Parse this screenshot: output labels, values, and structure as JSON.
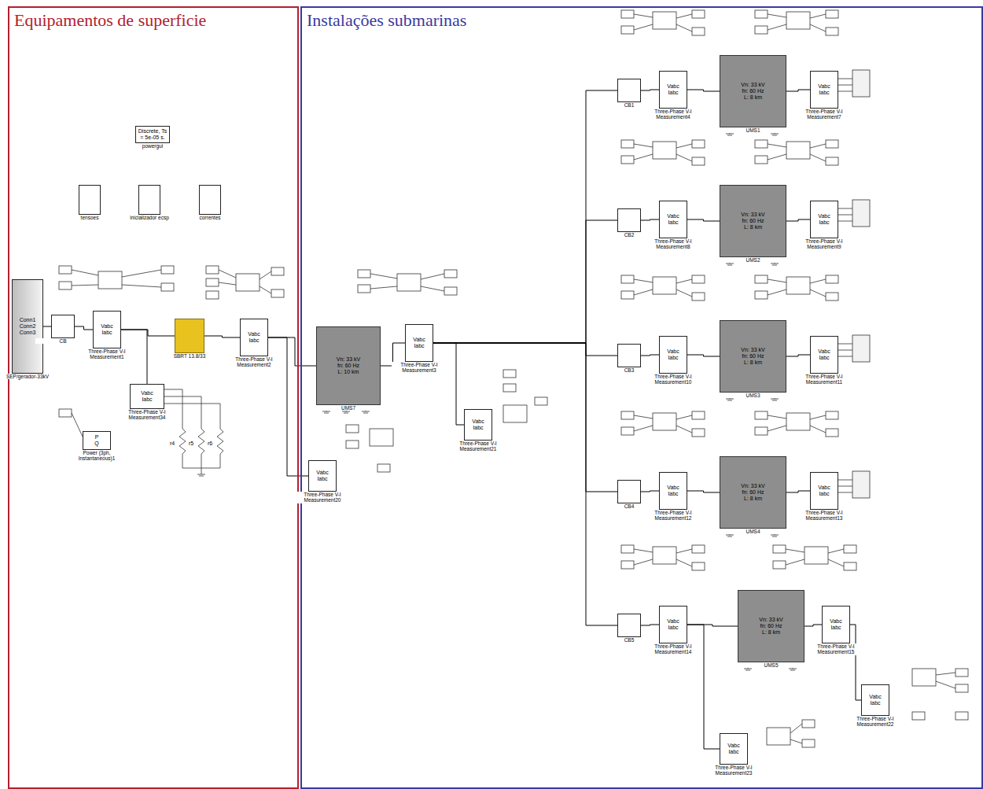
{
  "diagram": {
    "nodes": [
      {
        "text": [
          "Equipamentos de superficie"
        ]
      },
      {
        "text": [
          "Instalações submarinas"
        ]
      },
      {
        "text": [
          "Discrete, Ts = 5e-05 s.",
          "powergui"
        ],
        "in": 0
      },
      {
        "text": [
          "tensoes"
        ],
        "in": 0
      },
      {
        "text": [
          "inicializador ecsp"
        ],
        "in": 0
      },
      {
        "text": [
          "correntes"
        ],
        "in": 0
      },
      {
        "text": [
          "Conn1",
          "Conn2",
          "Conn3",
          "SEP/gerador-33kV"
        ],
        "in": 0
      },
      {
        "text": [
          "CB"
        ],
        "in": 0
      },
      {
        "text": [
          "Vabc",
          "Iabc",
          "Three-Phase V-I Measurement1"
        ],
        "in": 0
      },
      {
        "text": [
          "SBRT 13.8/33"
        ],
        "in": 0
      },
      {
        "text": [
          "Vabc",
          "Iabc",
          "Three-Phase V-I Measurement2"
        ],
        "in": 0
      },
      {
        "text": [
          "Vabc",
          "Iabc",
          "Three-Phase V-I Measurement34"
        ],
        "in": 0
      },
      {
        "text": [
          "P",
          "Q",
          "Power (3ph, Instantaneous)1"
        ],
        "in": 0
      },
      {
        "text": [
          "Vn: 33 kV",
          "fn: 60 Hz",
          "L: 10 km",
          "UMS7"
        ],
        "in": 1
      },
      {
        "text": [
          "Vabc",
          "Iabc",
          "Three-Phase V-I Measurement3"
        ],
        "in": 1
      },
      {
        "text": [
          "Vabc",
          "Iabc",
          "Three-Phase V-I Measurement20"
        ],
        "in": 1
      },
      {
        "text": [
          "Vabc",
          "Iabc",
          "Three-Phase V-I Measurement21"
        ],
        "in": 1
      },
      {
        "text": [
          "CB1"
        ],
        "in": 1
      },
      {
        "text": [
          "Vabc",
          "Iabc",
          "Three-Phase V-I Measurement4"
        ],
        "in": 1
      },
      {
        "text": [
          "Vn: 33 kV",
          "fn: 60 Hz",
          "L: 8 km",
          "UMS1"
        ],
        "in": 1
      },
      {
        "text": [
          "Vabc",
          "Iabc",
          "Three-Phase V-I Measurement7"
        ],
        "in": 1
      },
      {
        "text": [
          "CB2"
        ],
        "in": 1
      },
      {
        "text": [
          "Vabc",
          "Iabc",
          "Three-Phase V-I Measurement8"
        ],
        "in": 1
      },
      {
        "text": [
          "Vn: 33 kV",
          "fn: 60 Hz",
          "L: 8 km",
          "UMS2"
        ],
        "in": 1
      },
      {
        "text": [
          "Vabc",
          "Iabc",
          "Three-Phase V-I Measurement9"
        ],
        "in": 1
      },
      {
        "text": [
          "CB3"
        ],
        "in": 1
      },
      {
        "text": [
          "Vabc",
          "Iabc",
          "Three-Phase V-I Measurement10"
        ],
        "in": 1
      },
      {
        "text": [
          "Vn: 33 kV",
          "fn: 60 Hz",
          "L: 8 km",
          "UMS3"
        ],
        "in": 1
      },
      {
        "text": [
          "Vabc",
          "Iabc",
          "Three-Phase V-I Measurement11"
        ],
        "in": 1
      },
      {
        "text": [
          "CB4"
        ],
        "in": 1
      },
      {
        "text": [
          "Vabc",
          "Iabc",
          "Three-Phase V-I Measurement12"
        ],
        "in": 1
      },
      {
        "text": [
          "Vn: 33 kV",
          "fn: 60 Hz",
          "L: 8 km",
          "UMS4"
        ],
        "in": 1
      },
      {
        "text": [
          "Vabc",
          "Iabc",
          "Three-Phase V-I Measurement13"
        ],
        "in": 1
      },
      {
        "text": [
          "CB5"
        ],
        "in": 1
      },
      {
        "text": [
          "Vabc",
          "Iabc",
          "Three-Phase V-I Measurement14"
        ],
        "in": 1
      },
      {
        "text": [
          "Vn: 33 kV",
          "fn: 60 Hz",
          "L: 8 km",
          "UMS5"
        ],
        "in": 1
      },
      {
        "text": [
          "Vabc",
          "Iabc",
          "Three-Phase V-I Measurement15"
        ],
        "in": 1
      },
      {
        "text": [
          "Vabc",
          "Iabc",
          "Three-Phase V-I Measurement22"
        ],
        "in": 1
      },
      {
        "text": [
          "Vabc",
          "Iabc",
          "Three-Phase V-I Measurement23"
        ],
        "in": 1
      }
    ],
    "edges": [
      {
        "from": 6,
        "to": 7,
        "arrow": "none"
      },
      {
        "from": 7,
        "to": 8,
        "arrow": "none"
      },
      {
        "from": 8,
        "to": 9,
        "arrow": "none"
      },
      {
        "from": 9,
        "to": 10,
        "arrow": "none"
      },
      {
        "from": 8,
        "to": 11,
        "arrow": "none"
      },
      {
        "from": 10,
        "to": 13,
        "arrow": "none"
      },
      {
        "from": 10,
        "to": 15,
        "arrow": "none"
      },
      {
        "from": 13,
        "to": 14,
        "arrow": "none"
      },
      {
        "from": 14,
        "to": 16,
        "arrow": "none"
      },
      {
        "from": 14,
        "to": 17,
        "arrow": "none"
      },
      {
        "from": 17,
        "to": 18,
        "arrow": "none"
      },
      {
        "from": 18,
        "to": 19,
        "arrow": "none"
      },
      {
        "from": 19,
        "to": 20,
        "arrow": "none"
      },
      {
        "from": 14,
        "to": 21,
        "arrow": "none"
      },
      {
        "from": 21,
        "to": 22,
        "arrow": "none"
      },
      {
        "from": 22,
        "to": 23,
        "arrow": "none"
      },
      {
        "from": 23,
        "to": 24,
        "arrow": "none"
      },
      {
        "from": 14,
        "to": 25,
        "arrow": "none"
      },
      {
        "from": 25,
        "to": 26,
        "arrow": "none"
      },
      {
        "from": 26,
        "to": 27,
        "arrow": "none"
      },
      {
        "from": 27,
        "to": 28,
        "arrow": "none"
      },
      {
        "from": 14,
        "to": 29,
        "arrow": "none"
      },
      {
        "from": 29,
        "to": 30,
        "arrow": "none"
      },
      {
        "from": 30,
        "to": 31,
        "arrow": "none"
      },
      {
        "from": 31,
        "to": 32,
        "arrow": "none"
      },
      {
        "from": 14,
        "to": 33,
        "arrow": "none"
      },
      {
        "from": 33,
        "to": 34,
        "arrow": "none"
      },
      {
        "from": 34,
        "to": 35,
        "arrow": "none"
      },
      {
        "from": 35,
        "to": 36,
        "arrow": "none"
      },
      {
        "from": 36,
        "to": 37,
        "arrow": "none"
      },
      {
        "from": 34,
        "to": 38,
        "arrow": "none"
      }
    ],
    "labels": [
      "r4",
      "r5",
      "r6"
    ]
  }
}
